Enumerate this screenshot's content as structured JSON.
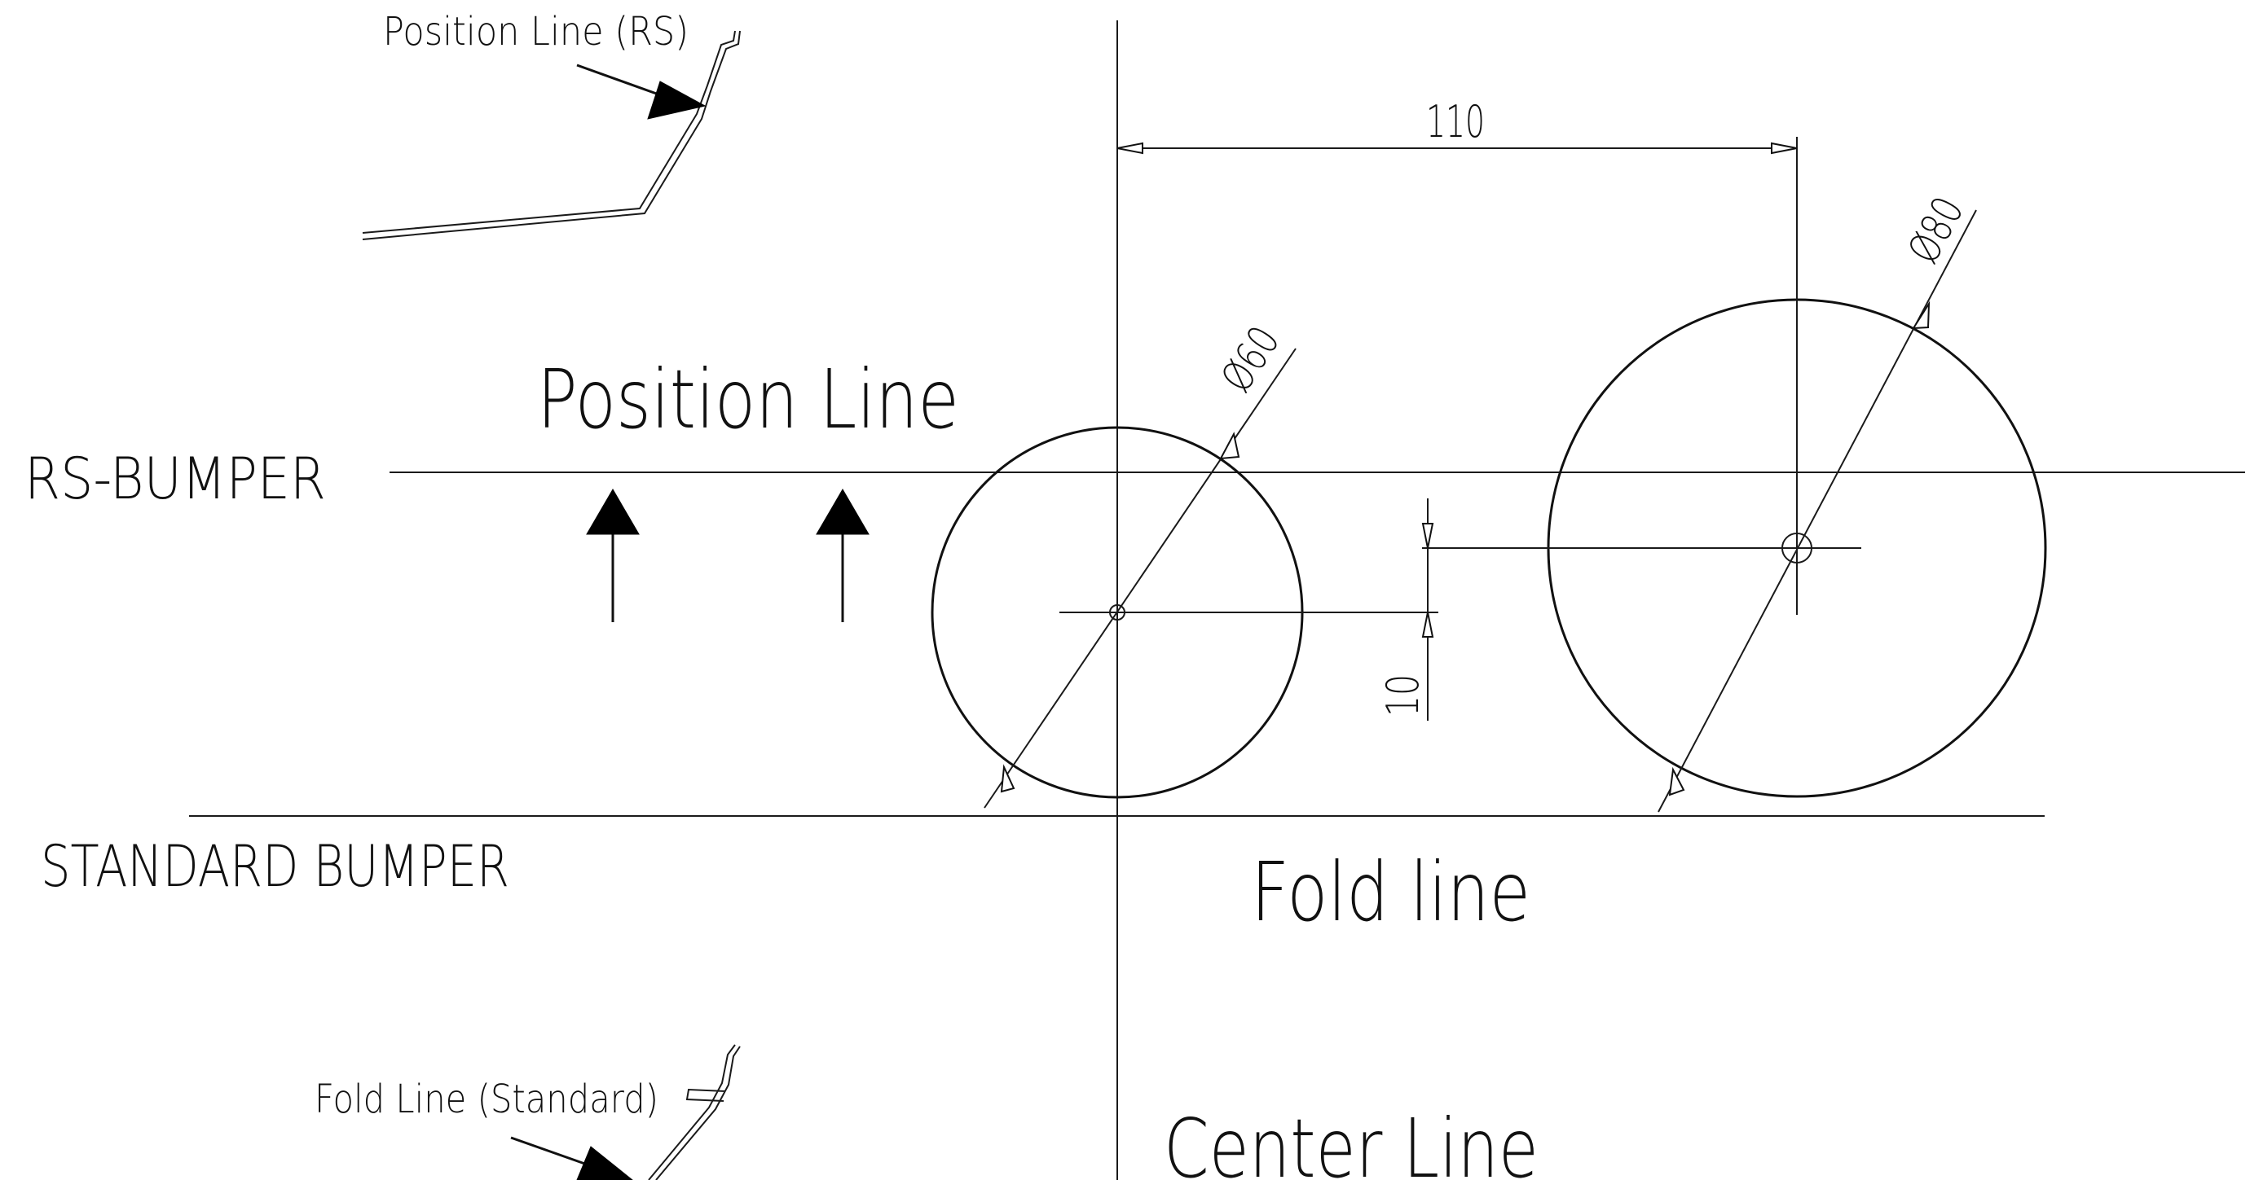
{
  "labels": {
    "rs_bumper": "RS-BUMPER",
    "standard_bumper": "STANDARD BUMPER",
    "position_line": "Position Line",
    "fold_line": "Fold line",
    "center_line": "Center Line",
    "position_line_rs": "Position Line (RS)",
    "fold_line_standard": "Fold Line (Standard)"
  },
  "dimensions": {
    "horizontal_offset": "110",
    "vertical_offset": "10",
    "small_diameter": "Ø60",
    "large_diameter": "Ø80"
  },
  "colors": {
    "line": "#111111",
    "background": "#ffffff"
  }
}
